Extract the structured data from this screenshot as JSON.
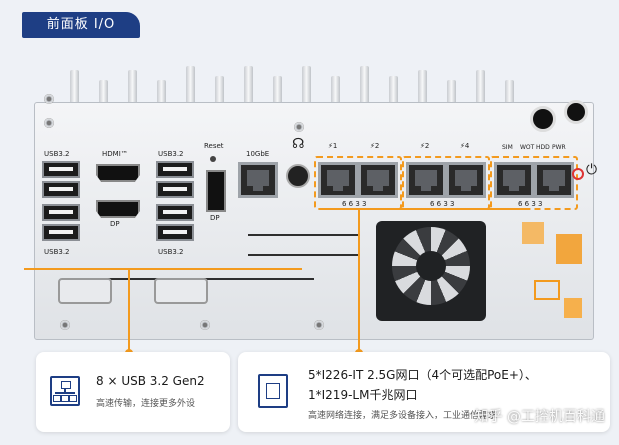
{
  "header": {
    "title": "前面板 I/O"
  },
  "front_panel": {
    "usb_left_top": "USB3.2",
    "usb_left_bottom": "USB3.2",
    "hdmi": "HDMI™",
    "dp_left": "DP",
    "usb_right_top": "USB3.2",
    "usb_right_bottom": "USB3.2",
    "reset": "Reset",
    "dp_right": "DP",
    "tenG": "10GbE",
    "poe_marks": [
      "⚡1",
      "⚡2",
      "⚡2",
      "⚡4"
    ],
    "lan_nums_a": "6 6 3 3",
    "lan_nums_b": "6 6 3 3",
    "lan_nums_c": "6 6 3 3",
    "status_labels": [
      "SIM",
      "WOT",
      "HDD",
      "PWR"
    ],
    "power_symbol": "⏻"
  },
  "cards": {
    "usb": {
      "title": "8 × USB 3.2 Gen2",
      "subtitle": "高速传输，连接更多外设"
    },
    "lan": {
      "title_line1": "5*I226-IT 2.5G网口（4个可选配PoE+）、",
      "title_line2": "1*I219-LM千兆网口",
      "subtitle": "高速网络连接，满足多设备接入，工业通信需求"
    }
  },
  "watermark": "知乎 @工控机百科通",
  "colors": {
    "accent": "#f39a1e",
    "brand": "#1e3e84"
  }
}
